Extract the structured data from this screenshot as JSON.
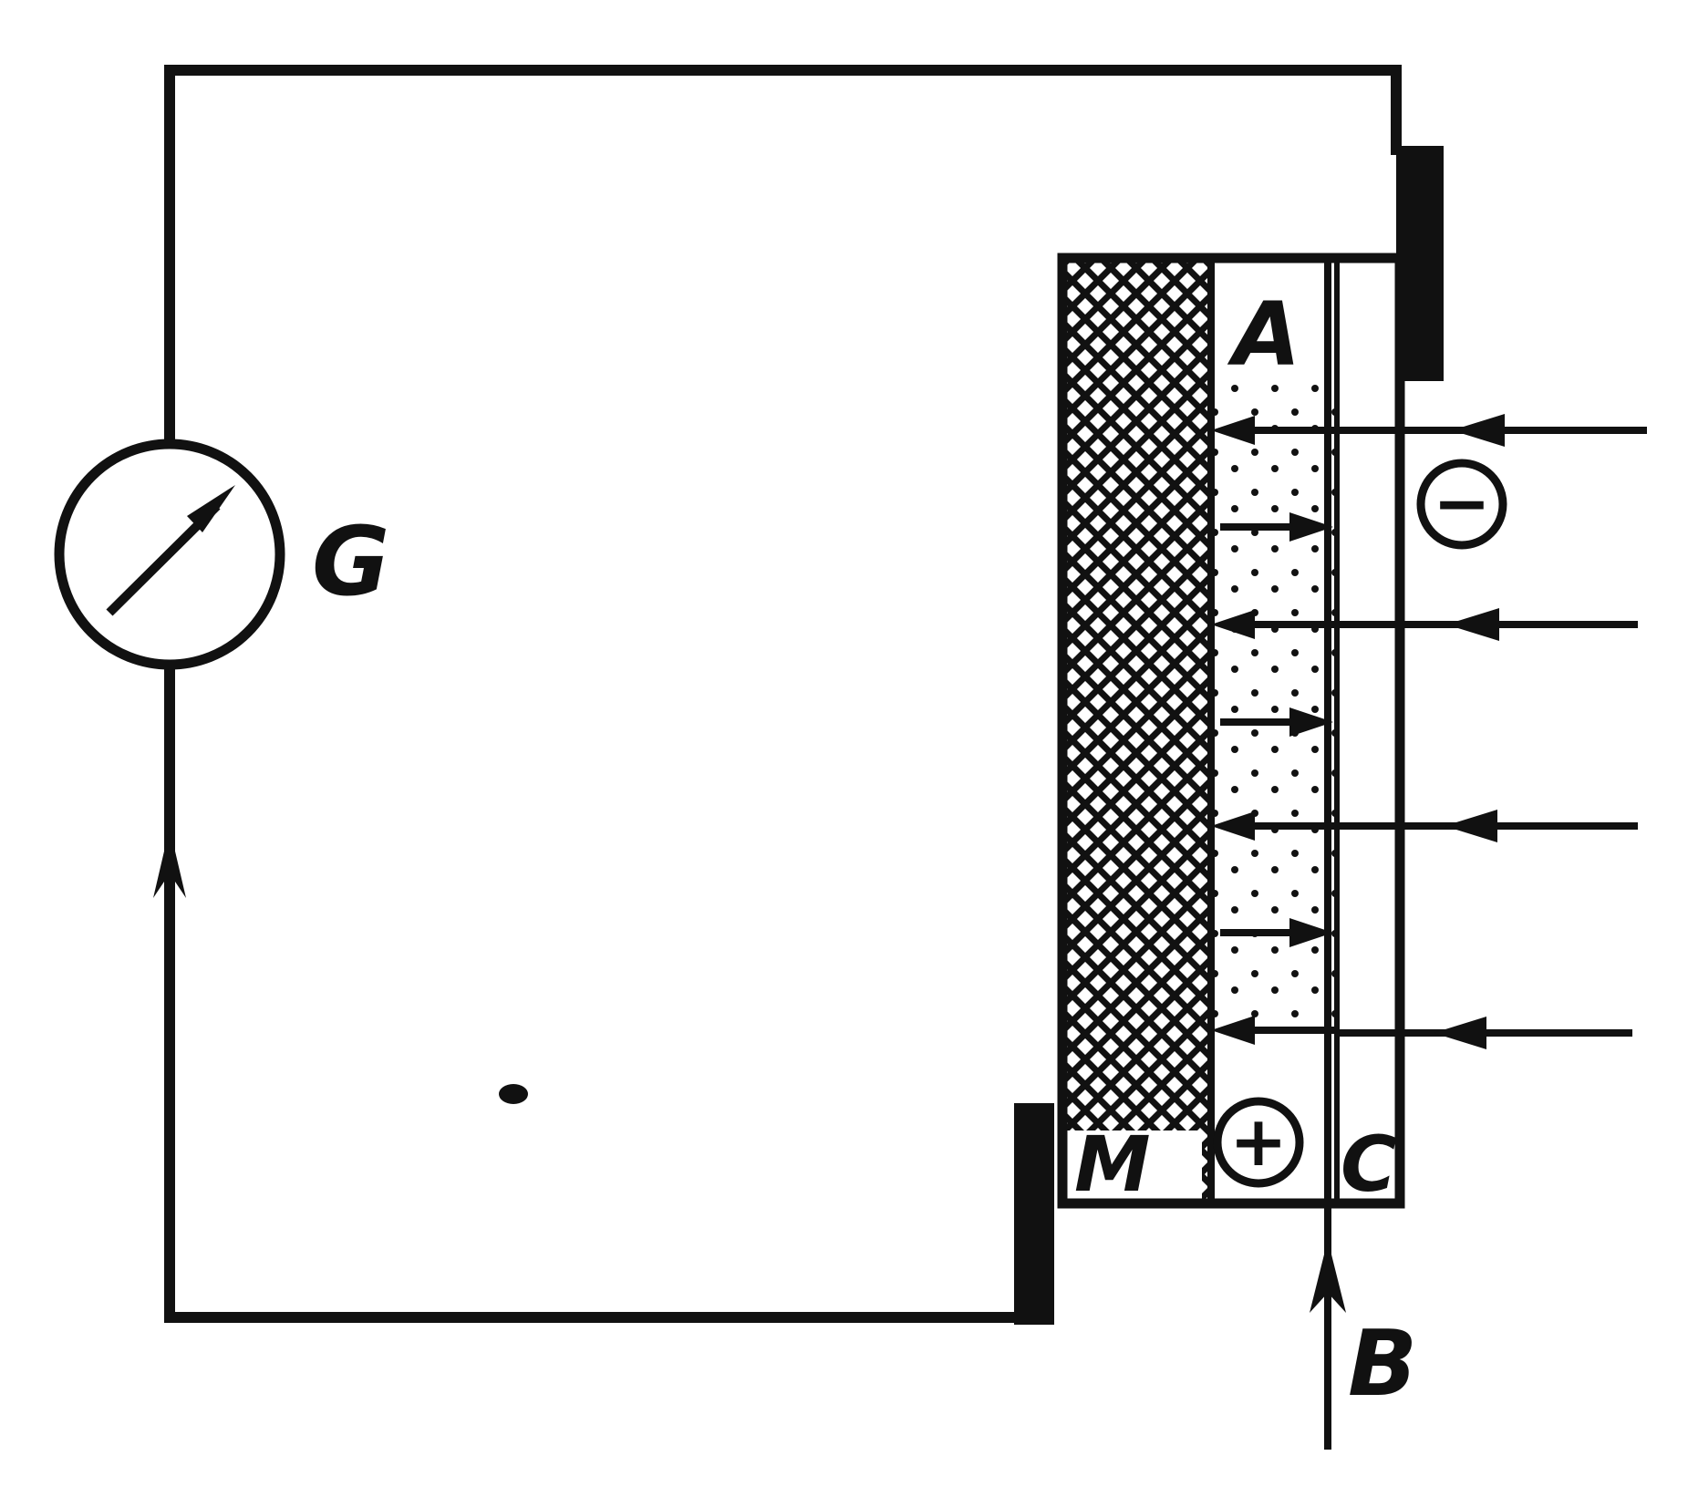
{
  "labels": {
    "galvanometer": "G",
    "top_layer": "A",
    "metal_electrode": "M",
    "semiconductor_layer": "C",
    "light_direction": "B"
  },
  "charges": {
    "negative": "−",
    "positive": "+"
  },
  "colors": {
    "ink": "#111111",
    "background": "#ffffff"
  },
  "icons": {
    "meter_needle": "arrow-icon",
    "current_direction": "arrowhead-up-icon",
    "light_rays": "arrow-left-icon"
  }
}
